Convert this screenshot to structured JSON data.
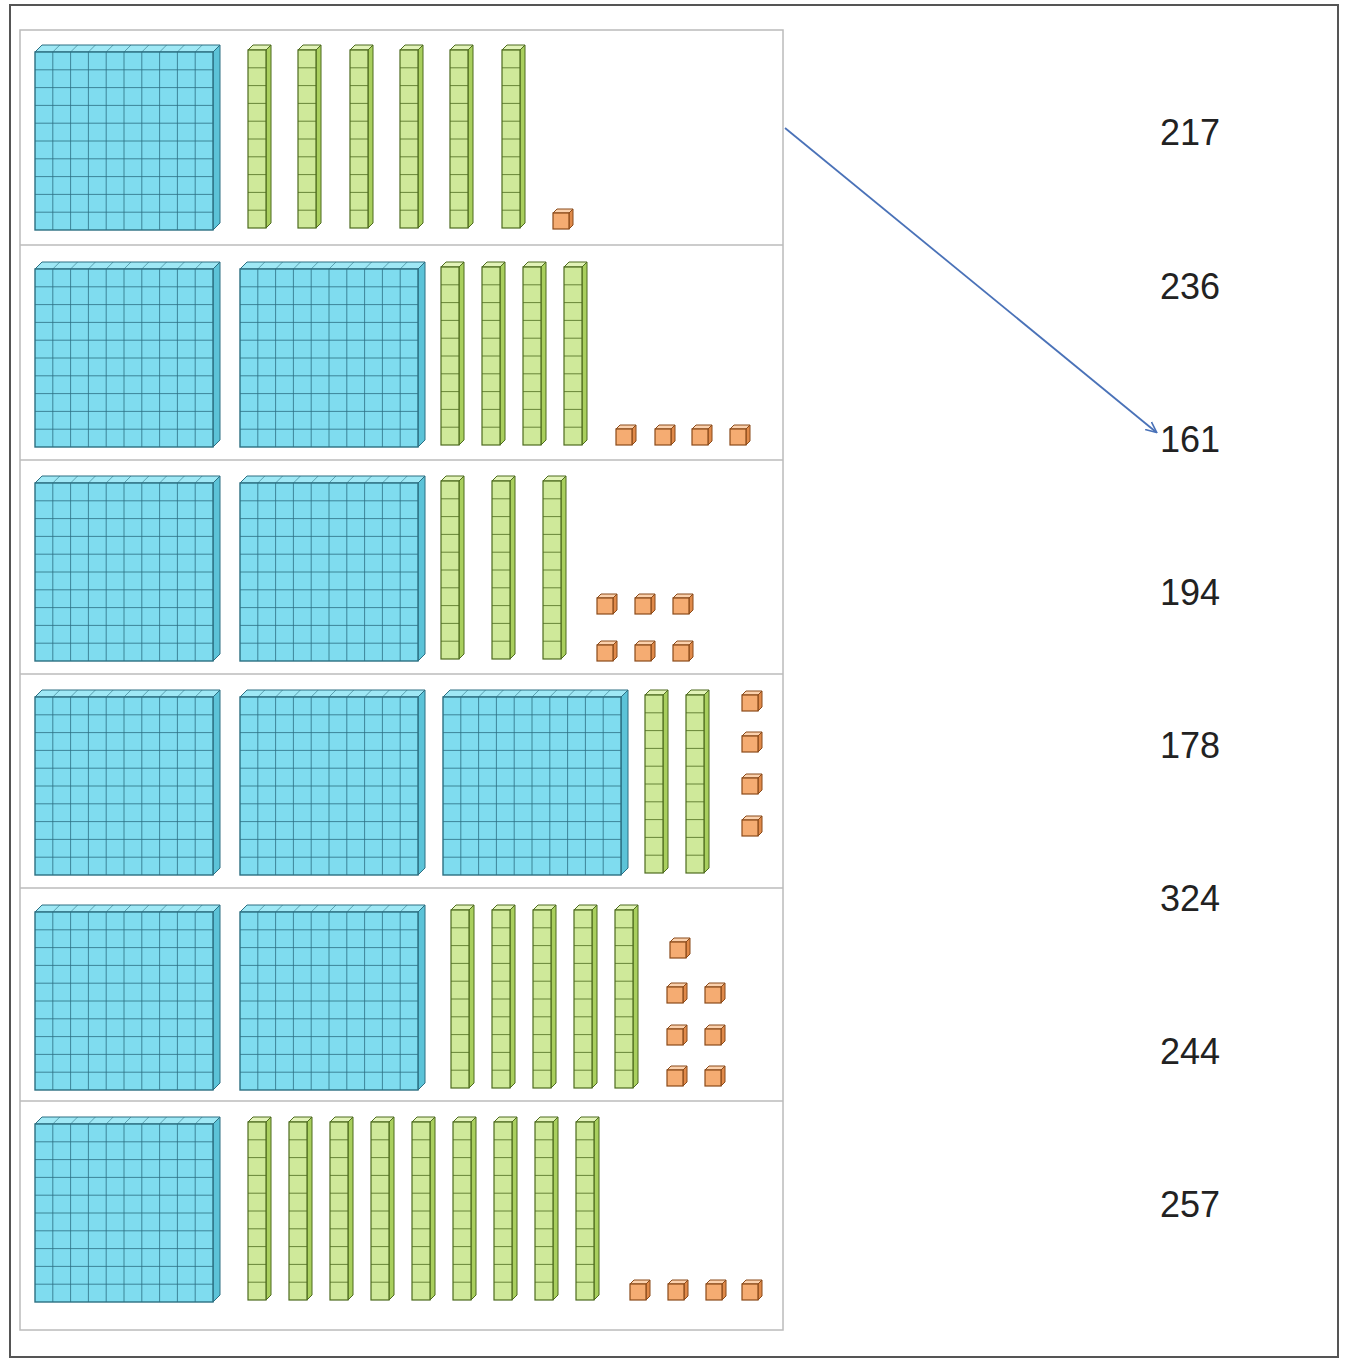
{
  "diagram": {
    "labels": [
      "217",
      "236",
      "161",
      "194",
      "178",
      "324",
      "244",
      "257"
    ]
  }
}
